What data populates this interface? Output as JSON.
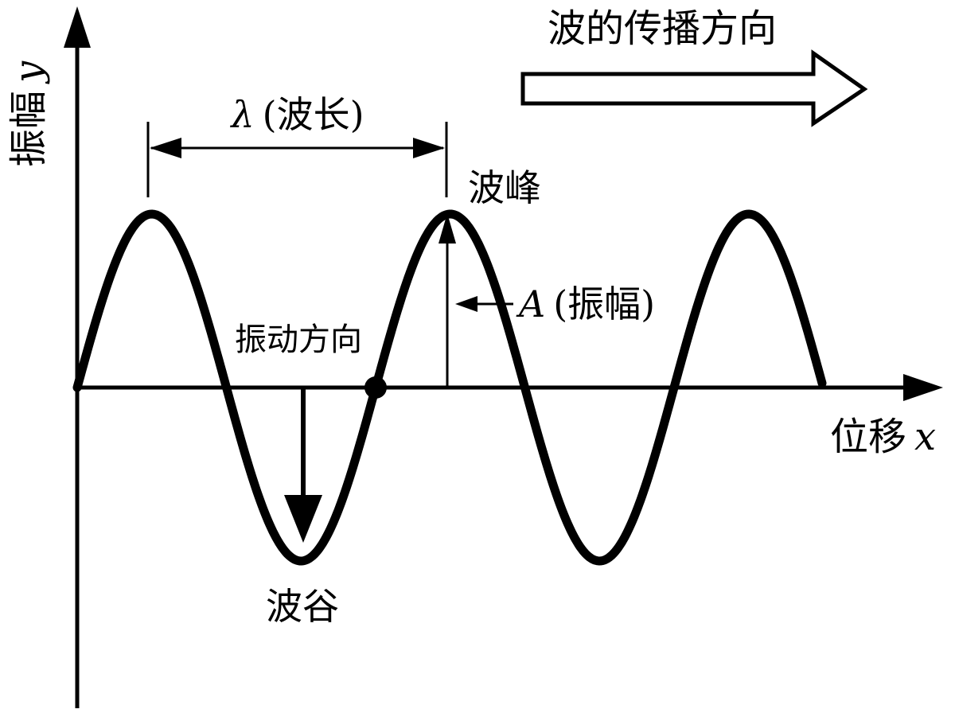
{
  "labels": {
    "y_axis_cn": "振幅",
    "y_axis_var": "y",
    "x_axis_cn": "位移",
    "x_axis_var": "x",
    "propagation": "波的传播方向",
    "wavelength_symbol": "λ",
    "wavelength_text": "(波长)",
    "crest": "波峰",
    "trough": "波谷",
    "amplitude_symbol": "A",
    "amplitude_text": "(振幅)",
    "vibration_direction": "振动方向"
  },
  "colors": {
    "ink": "#000000",
    "background": "#ffffff"
  }
}
